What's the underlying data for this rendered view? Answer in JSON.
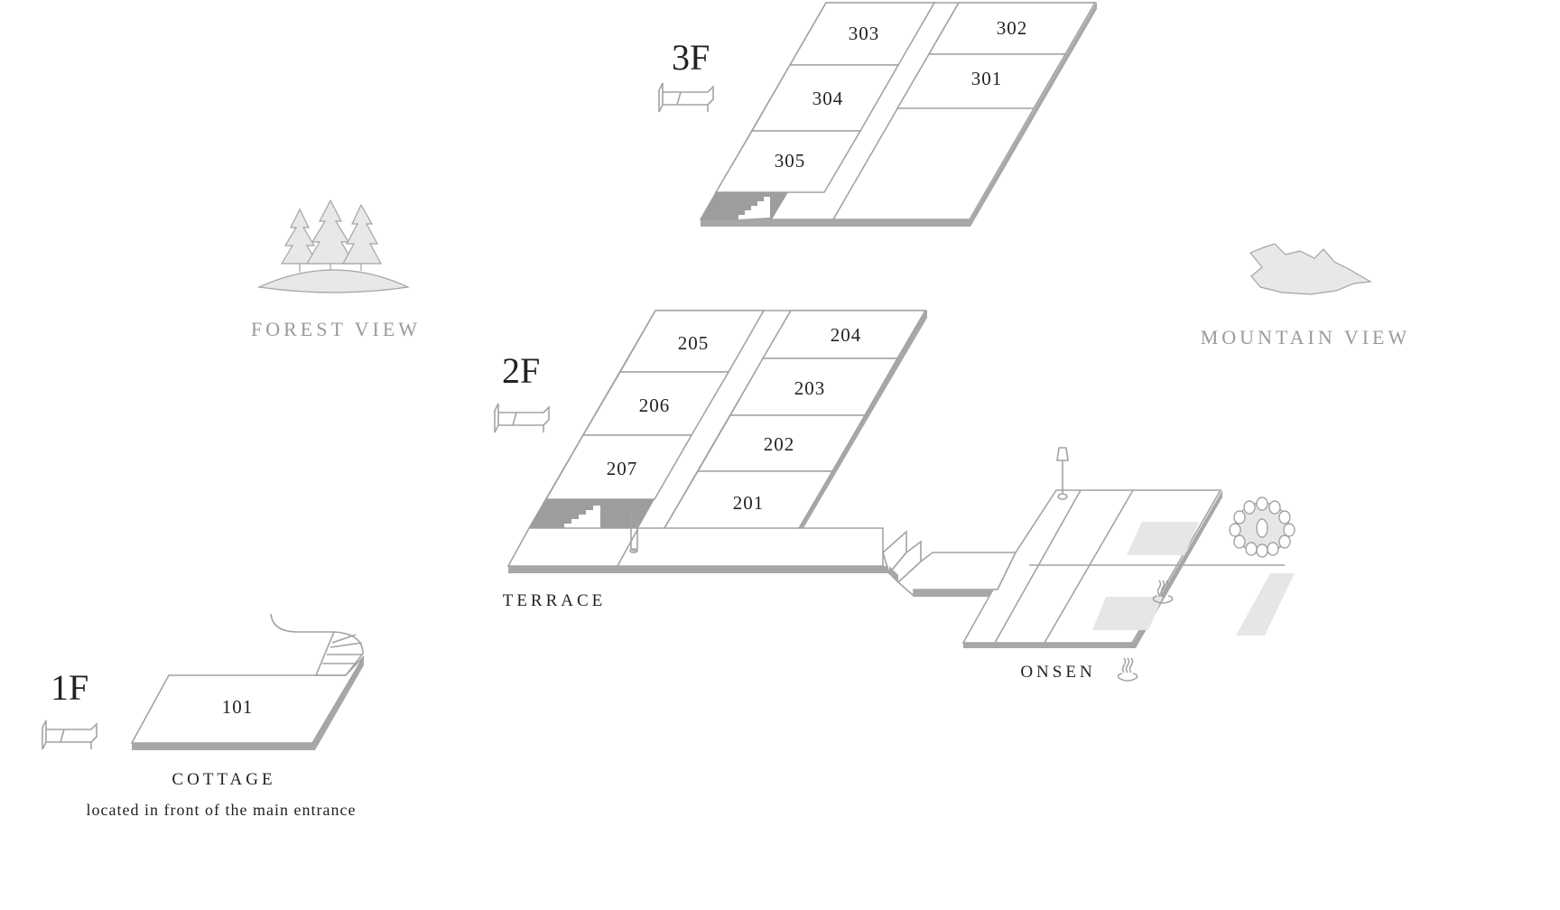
{
  "floors": {
    "f3": "3F",
    "f2": "2F",
    "f1": "1F"
  },
  "rooms": {
    "r303": "303",
    "r302": "302",
    "r301": "301",
    "r304": "304",
    "r305": "305",
    "r205": "205",
    "r204": "204",
    "r206": "206",
    "r203": "203",
    "r207": "207",
    "r202": "202",
    "r201": "201",
    "r101": "101"
  },
  "labels": {
    "forest_view": "FOREST VIEW",
    "mountain_view": "MOUNTAIN VIEW",
    "terrace": "TERRACE",
    "onsen": "ONSEN",
    "cottage": "COTTAGE",
    "cottage_note": "located in front of the main entrance"
  },
  "colors": {
    "line": "#a3a3a5",
    "floor_edge": "#a7a7a9",
    "pool": "#e6e6e6",
    "text": "#222222",
    "view_text": "#9a9a9a"
  }
}
